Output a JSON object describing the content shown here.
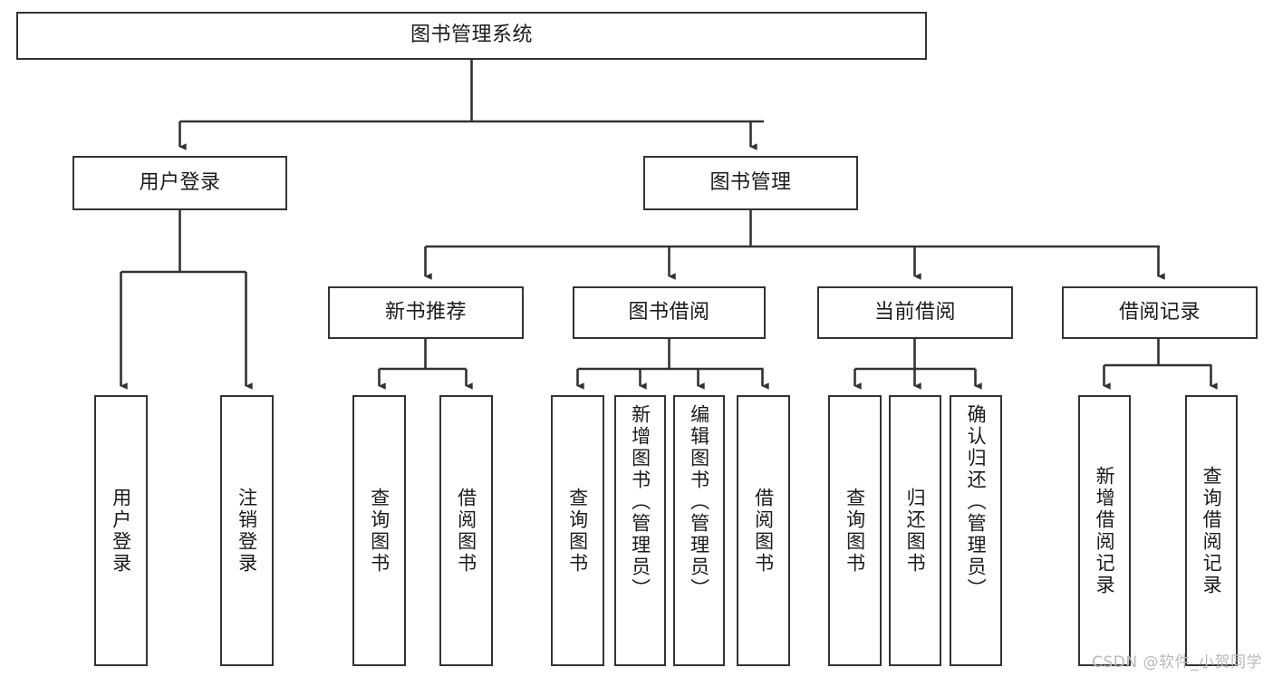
{
  "diagram": {
    "title": "图书管理系统",
    "watermark": "CSDN @软件_小贺同学",
    "line_color": "#333333",
    "box_fill": "#ffffff",
    "text_color": "#1a1a1a",
    "watermark_color": "#b9b9b9",
    "root": {
      "label": "图书管理系统",
      "orientation": "horizontal"
    },
    "level2": [
      {
        "label": "用户登录",
        "orientation": "horizontal"
      },
      {
        "label": "图书管理",
        "orientation": "horizontal"
      }
    ],
    "level3": [
      {
        "label": "新书推荐",
        "orientation": "horizontal"
      },
      {
        "label": "图书借阅",
        "orientation": "horizontal"
      },
      {
        "label": "当前借阅",
        "orientation": "horizontal"
      },
      {
        "label": "借阅记录",
        "orientation": "horizontal"
      }
    ],
    "leaves": [
      {
        "label": "用户登录",
        "parent": "用户登录",
        "orientation": "vertical"
      },
      {
        "label": "注销登录",
        "parent": "用户登录",
        "orientation": "vertical"
      },
      {
        "label": "查询图书",
        "parent": "新书推荐",
        "orientation": "vertical"
      },
      {
        "label": "借阅图书",
        "parent": "新书推荐",
        "orientation": "vertical"
      },
      {
        "label": "查询图书",
        "parent": "图书借阅",
        "orientation": "vertical"
      },
      {
        "label": "新增图书（管理员）",
        "parent": "图书借阅",
        "orientation": "vertical"
      },
      {
        "label": "编辑图书（管理员）",
        "parent": "图书借阅",
        "orientation": "vertical"
      },
      {
        "label": "借阅图书",
        "parent": "图书借阅",
        "orientation": "vertical"
      },
      {
        "label": "查询图书",
        "parent": "当前借阅",
        "orientation": "vertical"
      },
      {
        "label": "归还图书",
        "parent": "当前借阅",
        "orientation": "vertical"
      },
      {
        "label": "确认归还（管理员）",
        "parent": "当前借阅",
        "orientation": "vertical"
      },
      {
        "label": "新增借阅记录",
        "parent": "借阅记录",
        "orientation": "vertical"
      },
      {
        "label": "查询借阅记录",
        "parent": "借阅记录",
        "orientation": "vertical"
      }
    ]
  }
}
